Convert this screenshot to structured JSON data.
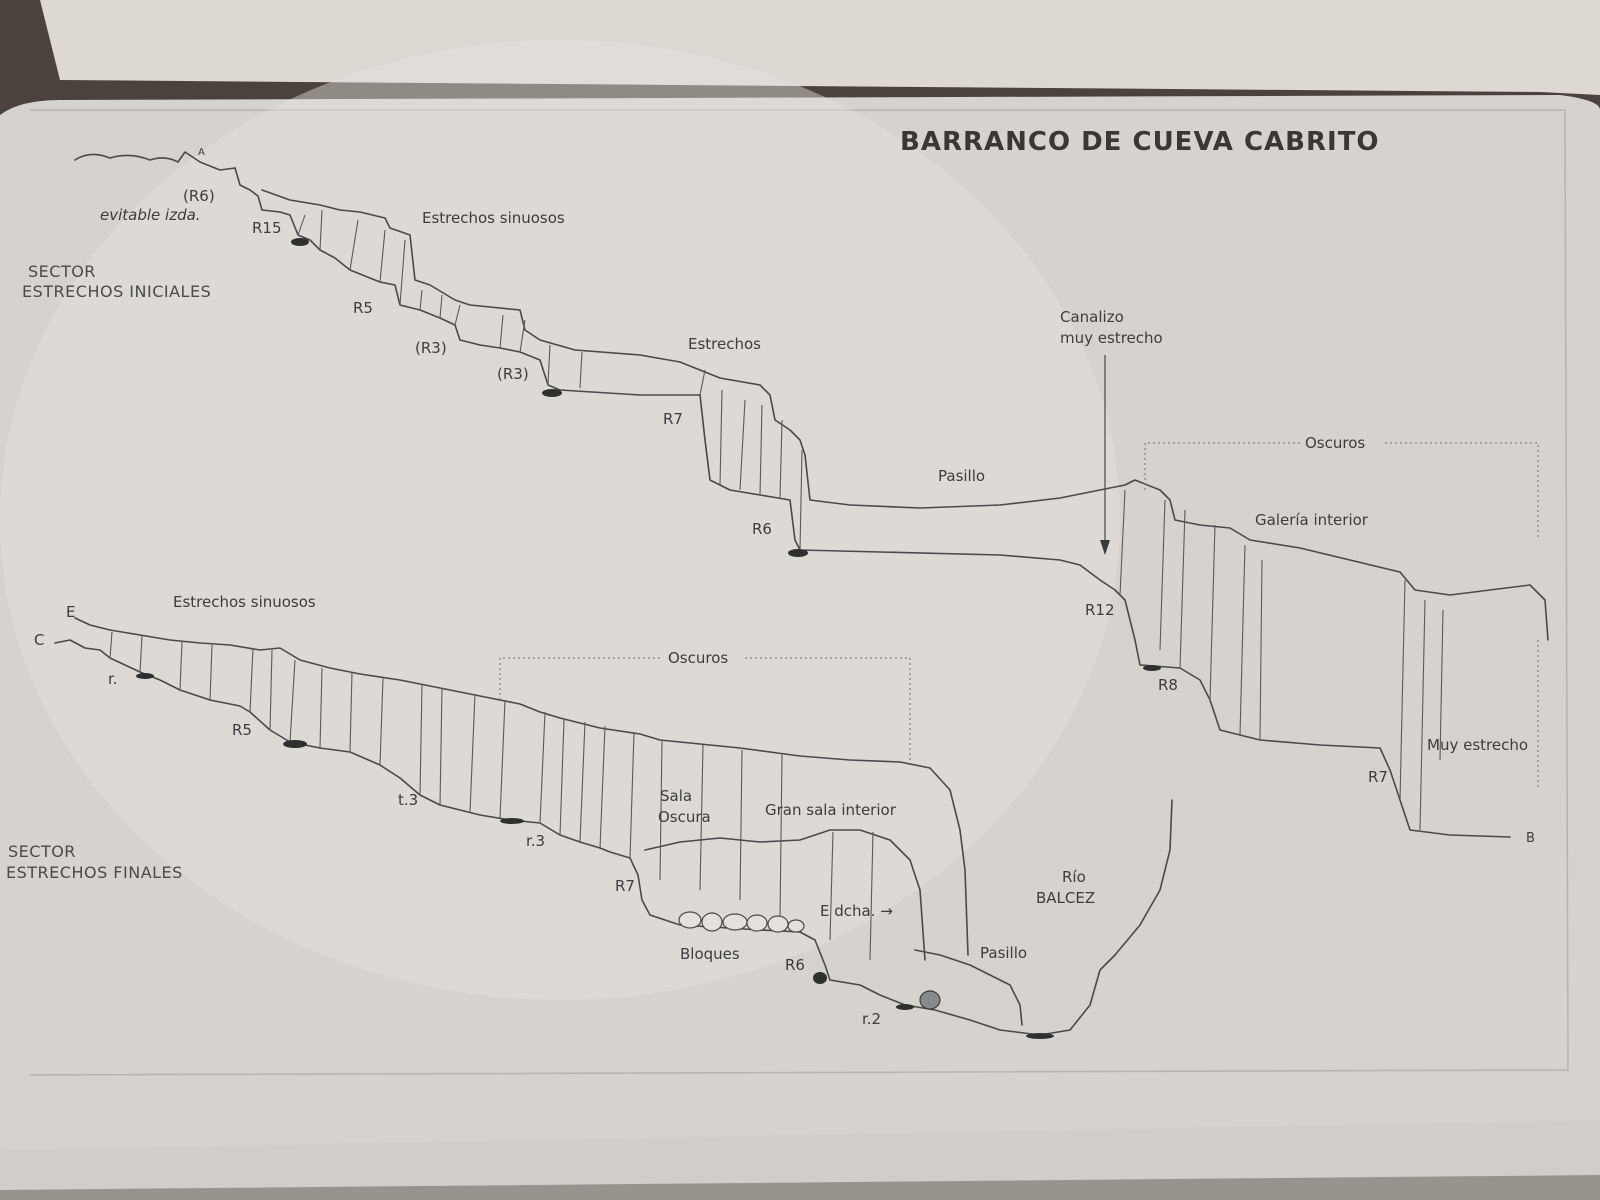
{
  "title": "BARRANCO DE CUEVA CABRITO",
  "sectors": {
    "initial": {
      "line1": "SECTOR",
      "line2": "ESTRECHOS INICIALES"
    },
    "final": {
      "line1": "SECTOR",
      "line2": "ESTRECHOS FINALES"
    }
  },
  "upper_labels": {
    "r6_paren": "(R6)",
    "evitable": "evitable izda.",
    "r15": "R15",
    "estrechos_sinuosos": "Estrechos sinuosos",
    "r5": "R5",
    "r3_a": "(R3)",
    "r3_b": "(R3)",
    "estrechos": "Estrechos",
    "r7": "R7",
    "pasillo": "Pasillo",
    "r6": "R6",
    "canalizo_1": "Canalizo",
    "canalizo_2": "muy estrecho",
    "oscuros": "Oscuros",
    "galeria": "Galería interior",
    "r12": "R12",
    "r8": "R8",
    "muy_estrecho": "Muy estrecho",
    "r7b": "R7",
    "b": "B",
    "a": "A"
  },
  "lower_labels": {
    "e": "E",
    "c": "C",
    "estrechos_sinuosos": "Estrechos sinuosos",
    "r_small": "r.",
    "r5": "R5",
    "oscuros": "Oscuros",
    "t3": "t.3",
    "r3": "r.3",
    "sala_1": "Sala",
    "sala_2": "Oscura",
    "gran_sala": "Gran sala interior",
    "r7": "R7",
    "e_dcha": "E dcha. →",
    "rio_1": "Río",
    "rio_2": "BALCEZ",
    "bloques": "Bloques",
    "r6": "R6",
    "pasillo": "Pasillo",
    "r2": "r.2"
  }
}
